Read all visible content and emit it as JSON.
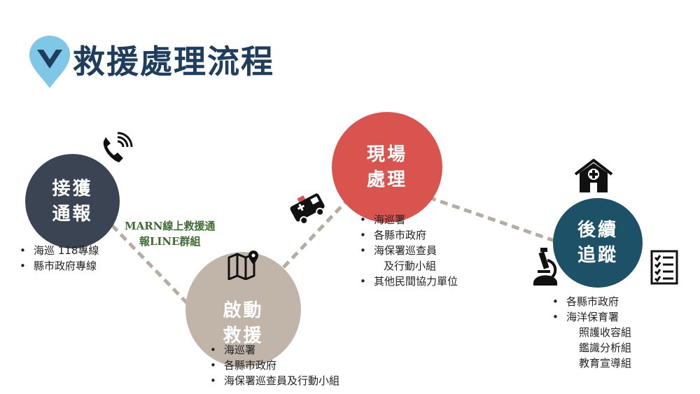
{
  "title": "救援處理流程",
  "nodes": {
    "receive": {
      "line1": "接獲",
      "line2": "通報"
    },
    "rescue": {
      "line1": "啟動",
      "line2": "救援"
    },
    "scene": {
      "line1": "現場",
      "line2": "處理"
    },
    "followup": {
      "line1": "後續",
      "line2": "追蹤"
    }
  },
  "receive_items": [
    "海巡 118專線",
    "縣市政府專線"
  ],
  "marn_note": {
    "line1": "MARN線上救援通",
    "line2": "報LINE群組"
  },
  "rescue_items": [
    "海巡署",
    "各縣市政府",
    "海保署巡查員及行動小組"
  ],
  "scene_items": [
    "海巡署",
    "各縣市政府",
    "海保署巡查員",
    "及行動小組",
    "其他民間協力單位"
  ],
  "followup_items": [
    "各縣市政府",
    "海洋保育署",
    "照護收容組",
    "鑑識分析組",
    "教育宣導組"
  ],
  "colors": {
    "receive": "#3a4452",
    "rescue": "#c1b5aa",
    "scene": "#d9534f",
    "followup": "#1c5168",
    "connector": "#b5aca2",
    "title": "#1f3d5c",
    "note": "#3e6b32"
  },
  "icons": [
    "logo-icon",
    "phone-icon",
    "ambulance-icon",
    "map-pin-icon",
    "hospital-icon",
    "microscope-icon",
    "checklist-icon"
  ]
}
